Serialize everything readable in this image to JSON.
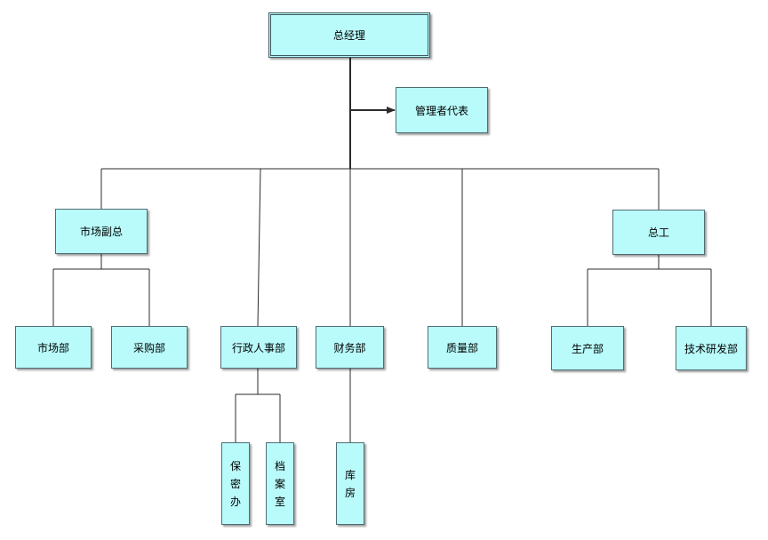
{
  "colors": {
    "box_fill": "#b9fbfb",
    "box_border": "#4f6d73",
    "line": "#2b2b2b"
  },
  "nodes": {
    "general_manager": "总经理",
    "management_rep": "管理者代表",
    "vp_marketing": "市场副总",
    "chief_engineer": "总工",
    "market_dept": "市场部",
    "purchasing_dept": "采购部",
    "admin_hr_dept": "行政人事部",
    "finance_dept": "财务部",
    "quality_dept": "质量部",
    "production_dept": "生产部",
    "rnd_dept": "技术研发部",
    "security_office": "保密办",
    "archive_room": "档案室",
    "warehouse": "库房"
  }
}
